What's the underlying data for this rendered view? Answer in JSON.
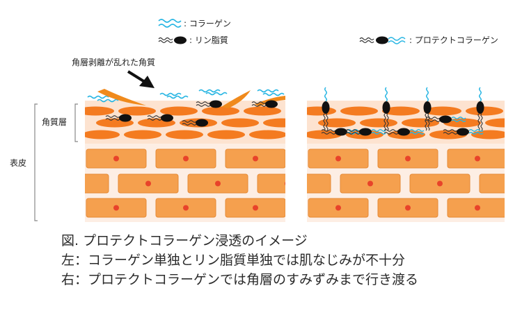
{
  "legend": {
    "collagen": ": コラーゲン",
    "phospholipid": ": リン脂質",
    "protect_collagen": ": プロテクトコラーゲン"
  },
  "annotation": "角層剥離が乱れた角質",
  "labels": {
    "stratum_corneum": "角質層",
    "epidermis": "表皮"
  },
  "captions": [
    "図. プロテクトコラーゲン浸透のイメージ",
    "左：コラーゲン単独とリン脂質単独では肌なじみが不十分",
    "右：プロテクトコラーゲンでは角層のすみずみまで行き渡る"
  ],
  "colors": {
    "collagen": "#29b6e3",
    "lipid_body": "#111111",
    "corneum_cell": "#f47b20",
    "corneum_bg": "#fde3d0",
    "epidermis_cell": "#f5a04e",
    "epidermis_cell_border": "#e58a36",
    "nucleus": "#e8432a",
    "epidermis_bg": "#fdeee4",
    "peel": "#f08a1c"
  }
}
